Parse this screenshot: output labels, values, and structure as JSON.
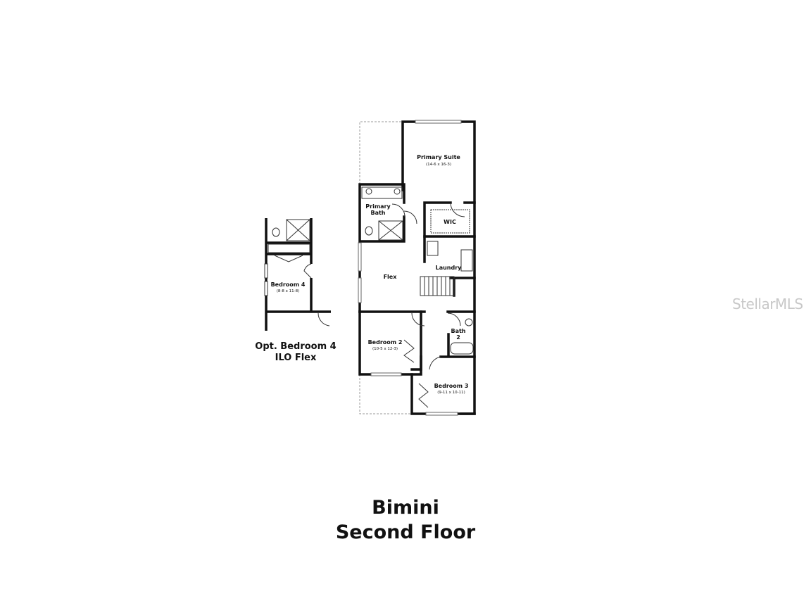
{
  "plan_title": {
    "line1": "Bimini",
    "line2": "Second Floor"
  },
  "option_caption": {
    "line1": "Opt. Bedroom 4",
    "line2": "ILO Flex"
  },
  "rooms": {
    "primary_suite": {
      "name": "Primary Suite",
      "dims": "(14-6 x 16-3)"
    },
    "primary_bath": {
      "name1": "Primary",
      "name2": "Bath"
    },
    "wic": {
      "name": "WIC"
    },
    "laundry": {
      "name": "Laundry"
    },
    "flex": {
      "name": "Flex"
    },
    "bedroom2": {
      "name": "Bedroom 2",
      "dims": "(10-5 x 12-3)"
    },
    "bath2": {
      "name1": "Bath",
      "name2": "2"
    },
    "bedroom3": {
      "name": "Bedroom 3",
      "dims": "(9-11 x 10-11)"
    },
    "bedroom4": {
      "name": "Bedroom 4",
      "dims": "(8-8 x 11-8)"
    }
  },
  "watermark": "StellarMLS"
}
